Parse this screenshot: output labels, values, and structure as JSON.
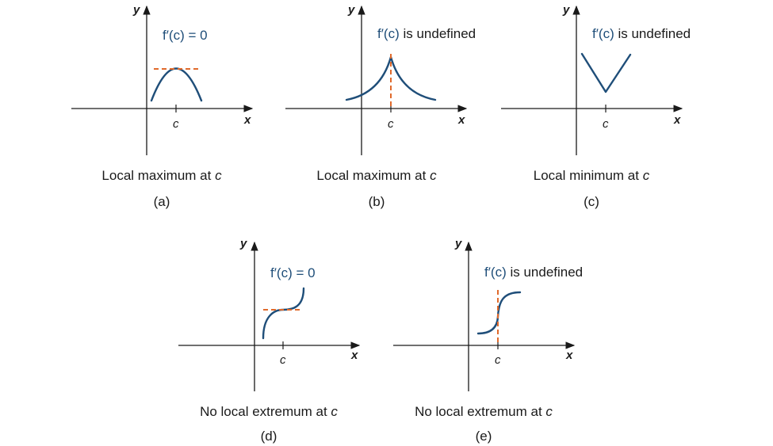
{
  "panels": {
    "a": {
      "letter": "(a)",
      "caption": "Local maximum at",
      "caption_var": "c",
      "condition_prefix": "f′(c) = 0",
      "condition_rest": "",
      "x_label": "x",
      "y_label": "y",
      "c_label": "c"
    },
    "b": {
      "letter": "(b)",
      "caption": "Local maximum at",
      "caption_var": "c",
      "condition_prefix": "f′(c)",
      "condition_rest": " is undefined",
      "x_label": "x",
      "y_label": "y",
      "c_label": "c"
    },
    "c": {
      "letter": "(c)",
      "caption": "Local minimum at",
      "caption_var": "c",
      "condition_prefix": "f′(c)",
      "condition_rest": " is undefined",
      "x_label": "x",
      "y_label": "y",
      "c_label": "c"
    },
    "d": {
      "letter": "(d)",
      "caption": "No local extremum at",
      "caption_var": "c",
      "condition_prefix": "f′(c) = 0",
      "condition_rest": "",
      "x_label": "x",
      "y_label": "y",
      "c_label": "c"
    },
    "e": {
      "letter": "(e)",
      "caption": "No local extremum at",
      "caption_var": "c",
      "condition_prefix": "f′(c)",
      "condition_rest": " is undefined",
      "x_label": "x",
      "y_label": "y",
      "c_label": "c"
    }
  },
  "colors": {
    "curve": "#1f4e79",
    "tangent_dash": "#e06a2c",
    "axes": "#1a1a1a"
  }
}
